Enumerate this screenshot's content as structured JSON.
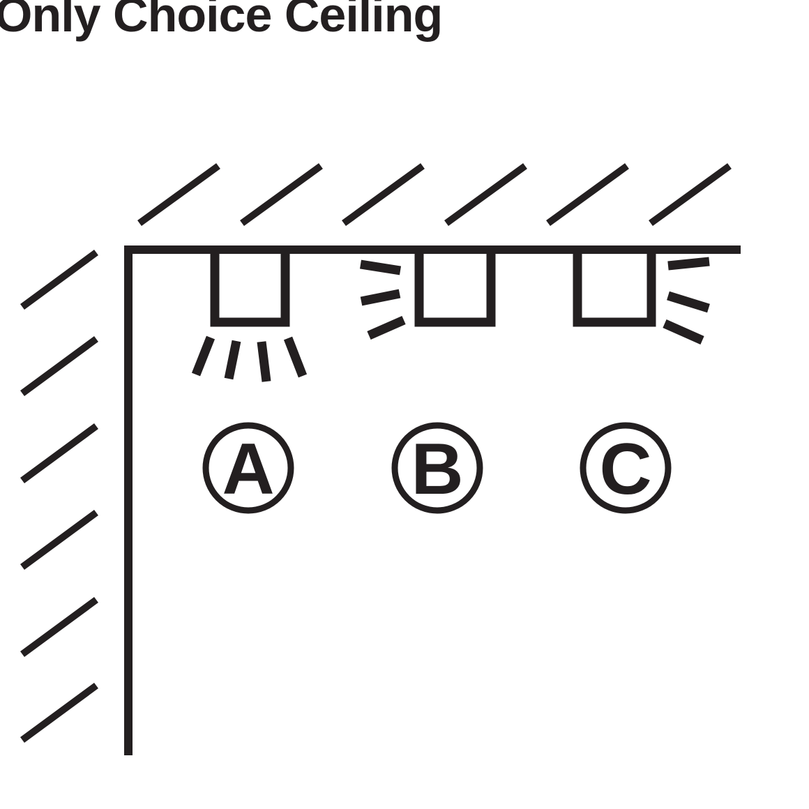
{
  "title": "Only Choice Ceiling",
  "diagram": {
    "kind": "ceiling-cross-section",
    "fixtures": [
      {
        "label": "A",
        "light_direction": "down"
      },
      {
        "label": "B",
        "light_direction": "left"
      },
      {
        "label": "C",
        "light_direction": "right"
      }
    ]
  },
  "colors": {
    "ink": "#231f20",
    "background": "#ffffff"
  }
}
